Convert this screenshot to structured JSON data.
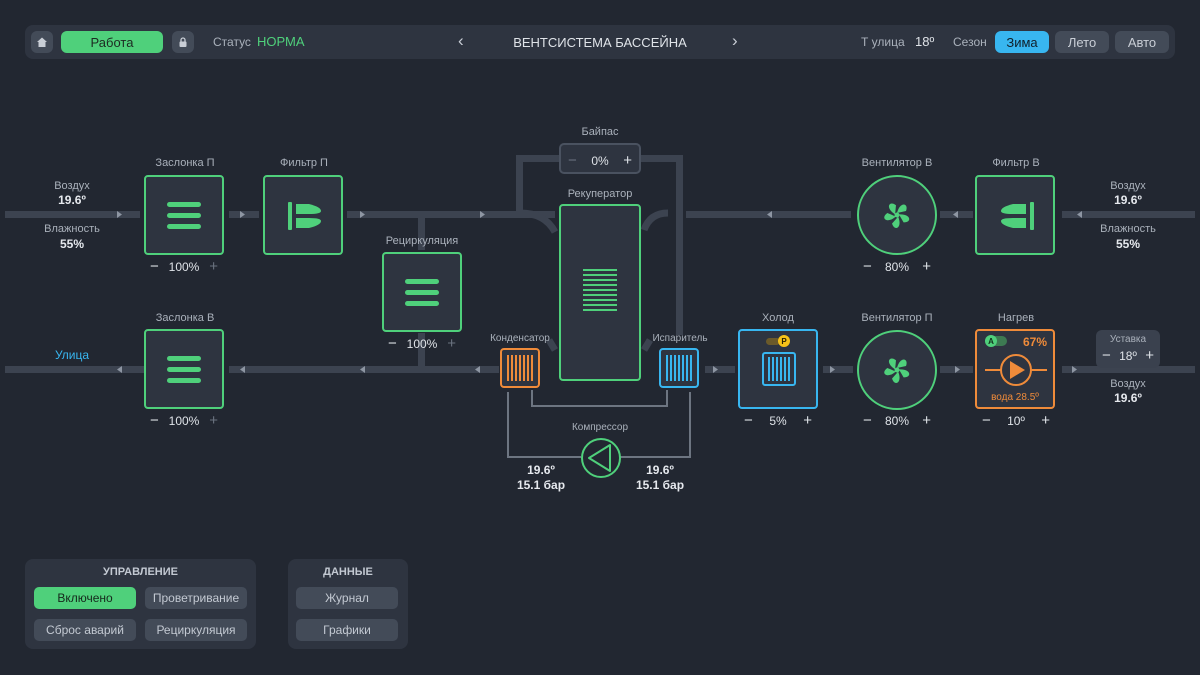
{
  "topbar": {
    "mode_label": "Работа",
    "status_label": "Статус",
    "status_value": "НОРМА",
    "title": "ВЕНТСИСТЕМА БАССЕЙНА",
    "nav_prev": "‹",
    "nav_next": "›",
    "outdoor_label": "Т улица",
    "outdoor_value": "18º",
    "season_label": "Сезон",
    "season_winter": "Зима",
    "season_summer": "Лето",
    "season_auto": "Авто"
  },
  "left_supply": {
    "air_label": "Воздух",
    "air_temp": "19.6º",
    "humidity_label": "Влажность",
    "humidity_value": "55%"
  },
  "left_street": {
    "label": "Улица"
  },
  "damper_supply": {
    "label": "Заслонка П",
    "value": "100%"
  },
  "filter_supply": {
    "label": "Фильтр П"
  },
  "recirculation": {
    "label": "Рециркуляция",
    "value": "100%"
  },
  "damper_exhaust": {
    "label": "Заслонка В",
    "value": "100%"
  },
  "bypass": {
    "label": "Байпас",
    "value": "0%"
  },
  "recuperator": {
    "label": "Рекуператор"
  },
  "condenser": {
    "label": "Конденсатор"
  },
  "evaporator": {
    "label": "Испаритель"
  },
  "compressor": {
    "label": "Компрессор",
    "left_temp": "19.6º",
    "left_pressure": "15.1 бар",
    "right_temp": "19.6º",
    "right_pressure": "15.1 бар"
  },
  "fan_exhaust": {
    "label": "Вентилятор В",
    "value": "80%"
  },
  "filter_exhaust": {
    "label": "Фильтр В"
  },
  "right_exhaust": {
    "air_label": "Воздух",
    "air_temp": "19.6º",
    "humidity_label": "Влажность",
    "humidity_value": "55%"
  },
  "cooling": {
    "label": "Холод",
    "value": "5%",
    "badge": "P"
  },
  "fan_supply": {
    "label": "Вентилятор П",
    "value": "80%"
  },
  "heating": {
    "label": "Нагрев",
    "badge": "A",
    "percent": "67%",
    "water": "вода 28.5º",
    "value": "10º"
  },
  "setpoint": {
    "label": "Уставка",
    "value": "18º",
    "air_label": "Воздух",
    "air_temp": "19.6º"
  },
  "control_panel": {
    "title": "УПРАВЛЕНИЕ",
    "on": "Включено",
    "ventilation": "Проветривание",
    "reset": "Сброс аварий",
    "recirculation": "Рециркуляция"
  },
  "data_panel": {
    "title": "ДАННЫЕ",
    "journal": "Журнал",
    "charts": "Графики"
  },
  "glyphs": {
    "minus": "−",
    "plus": "+"
  },
  "icons": {
    "home": "home-icon",
    "lock": "lock-icon",
    "damper": "damper-icon",
    "filter": "filter-icon",
    "fan": "fan-icon",
    "coil": "coil-icon",
    "pump": "pump-icon",
    "compressor": "compressor-icon"
  },
  "colors": {
    "green": "#4fd07b",
    "blue": "#38b6f0",
    "orange": "#ef8b3a",
    "yellow": "#f5c118",
    "bg": "#222731",
    "panel": "#2e3440"
  }
}
